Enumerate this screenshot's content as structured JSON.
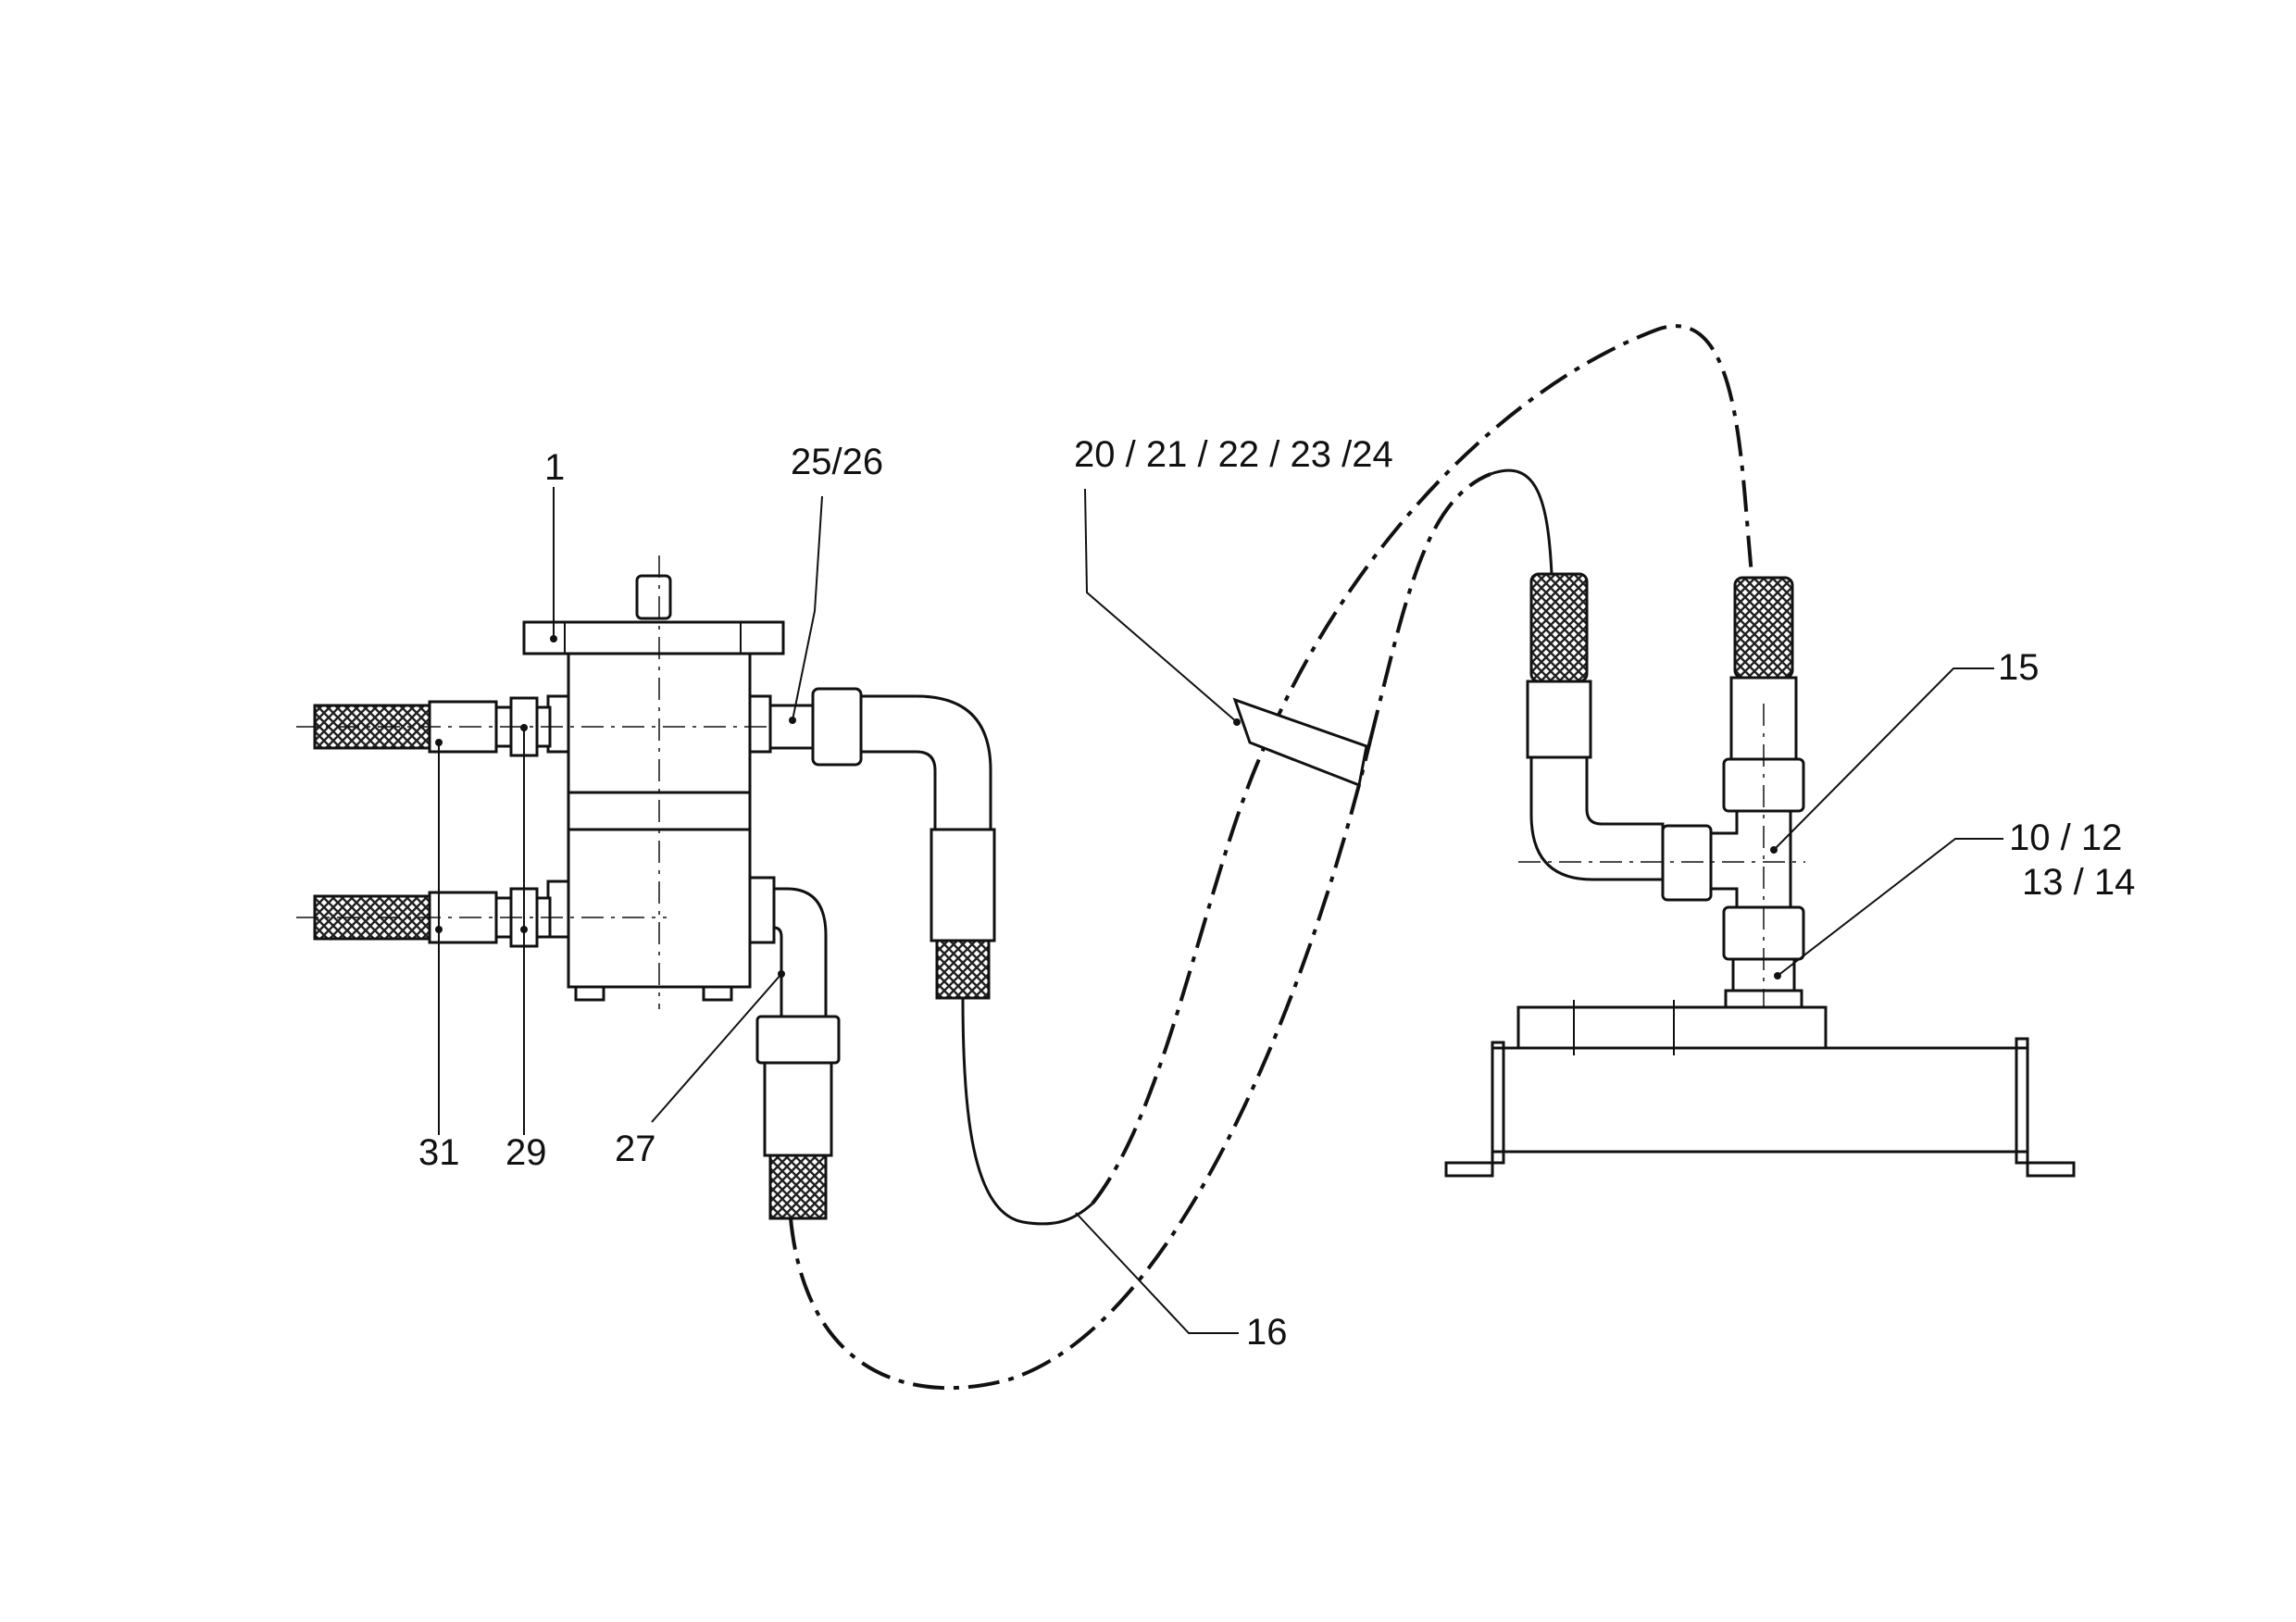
{
  "diagram": {
    "labels": {
      "pump": "1",
      "fitting_25_26": "25/26",
      "kit_20_24": "20 / 21 / 22 / 23 /24",
      "tee_15": "15",
      "item_10_12": "10 / 12",
      "item_13_14": "13 / 14",
      "item_31": "31",
      "item_29": "29",
      "item_27": "27",
      "hose_16": "16"
    }
  }
}
